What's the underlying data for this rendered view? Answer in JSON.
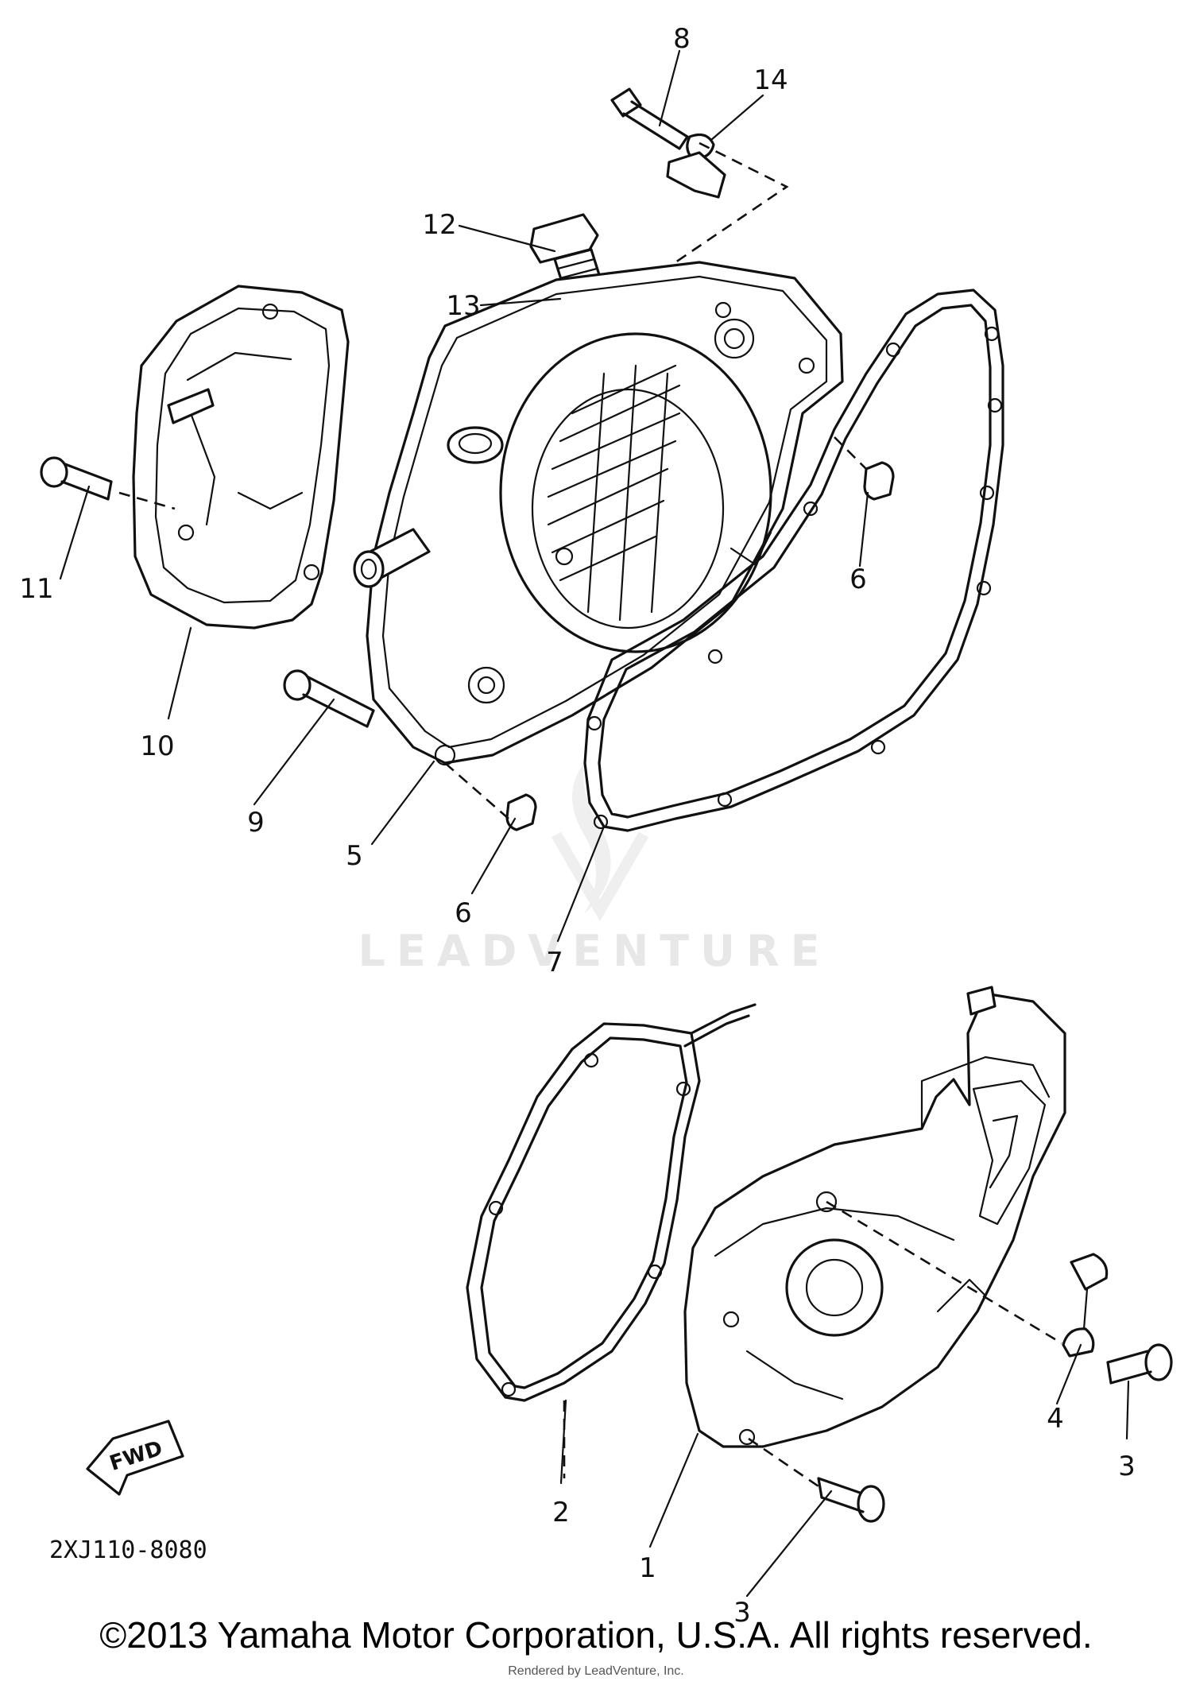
{
  "diagram": {
    "part_code": "2XJ110-8080",
    "fwd_label": "FWD",
    "callouts": {
      "c1": "1",
      "c2": "2",
      "c3a": "3",
      "c3b": "3",
      "c4": "4",
      "c5": "5",
      "c6a": "6",
      "c6b": "6",
      "c7": "7",
      "c8": "8",
      "c9": "9",
      "c10": "10",
      "c11": "11",
      "c12": "12",
      "c13": "13",
      "c14": "14"
    }
  },
  "watermark": {
    "text": "LEADVENTURE"
  },
  "footer": {
    "copyright": "©2013 Yamaha Motor Corporation, U.S.A. All rights reserved.",
    "rendered_by": "Rendered by LeadVenture, Inc."
  }
}
